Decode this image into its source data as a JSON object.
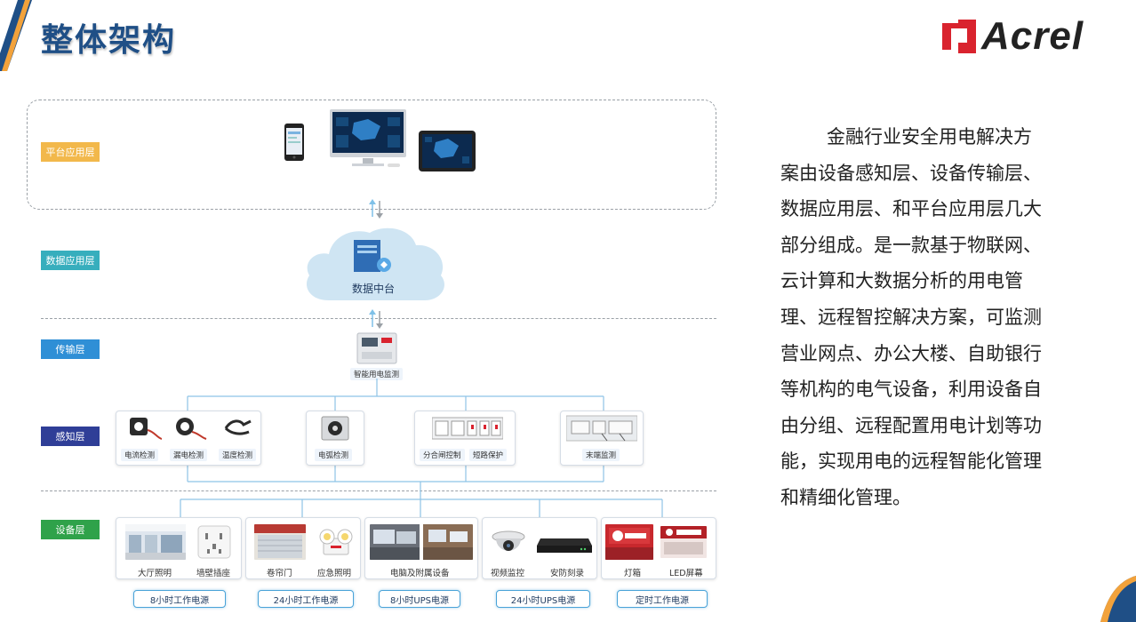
{
  "page": {
    "title": "整体架构"
  },
  "logo": {
    "text": "Acrel"
  },
  "layers": {
    "platform": "平台应用层",
    "data": "数据应用层",
    "transport": "传输层",
    "sensing": "感知层",
    "device": "设备层"
  },
  "data_center": {
    "label": "数据中台"
  },
  "transport_device": {
    "label": "智能用电监测"
  },
  "sensing_groups": [
    {
      "items": [
        "电流检测",
        "漏电检测",
        "温度检测"
      ]
    },
    {
      "items": [
        "电弧检测"
      ]
    },
    {
      "items": [
        "分合闸控制",
        "短路保护"
      ]
    },
    {
      "items": [
        "末端监测"
      ]
    }
  ],
  "device_groups": [
    {
      "items": [
        "大厅照明",
        "墙壁插座"
      ],
      "power": "8小时工作电源"
    },
    {
      "items": [
        "卷帘门",
        "应急照明"
      ],
      "power": "24小时工作电源"
    },
    {
      "items": [
        "电脑及附属设备"
      ],
      "power": "8小时UPS电源"
    },
    {
      "items": [
        "视频监控",
        "安防刻录"
      ],
      "power": "24小时UPS电源"
    },
    {
      "items": [
        "灯箱",
        "LED屏幕"
      ],
      "power": "定时工作电源"
    }
  ],
  "description": "金融行业安全用电解决方案由设备感知层、设备传输层、数据应用层、和平台应用层几大部分组成。是一款基于物联网、云计算和大数据分析的用电管理、远程智控解决方案，可监测营业网点、办公大楼、自助银行等机构的电气设备，利用设备自由分组、远程配置用电计划等功能，实现用电的远程智能化管理和精细化管理。",
  "colors": {
    "title": "#1f4f86",
    "brand_red": "#d9232e",
    "platform_label": "#f2b84b",
    "data_label": "#37aebd",
    "transport_label": "#2f8fd6",
    "sensing_label": "#2f3e97",
    "device_label": "#2fa24a"
  }
}
